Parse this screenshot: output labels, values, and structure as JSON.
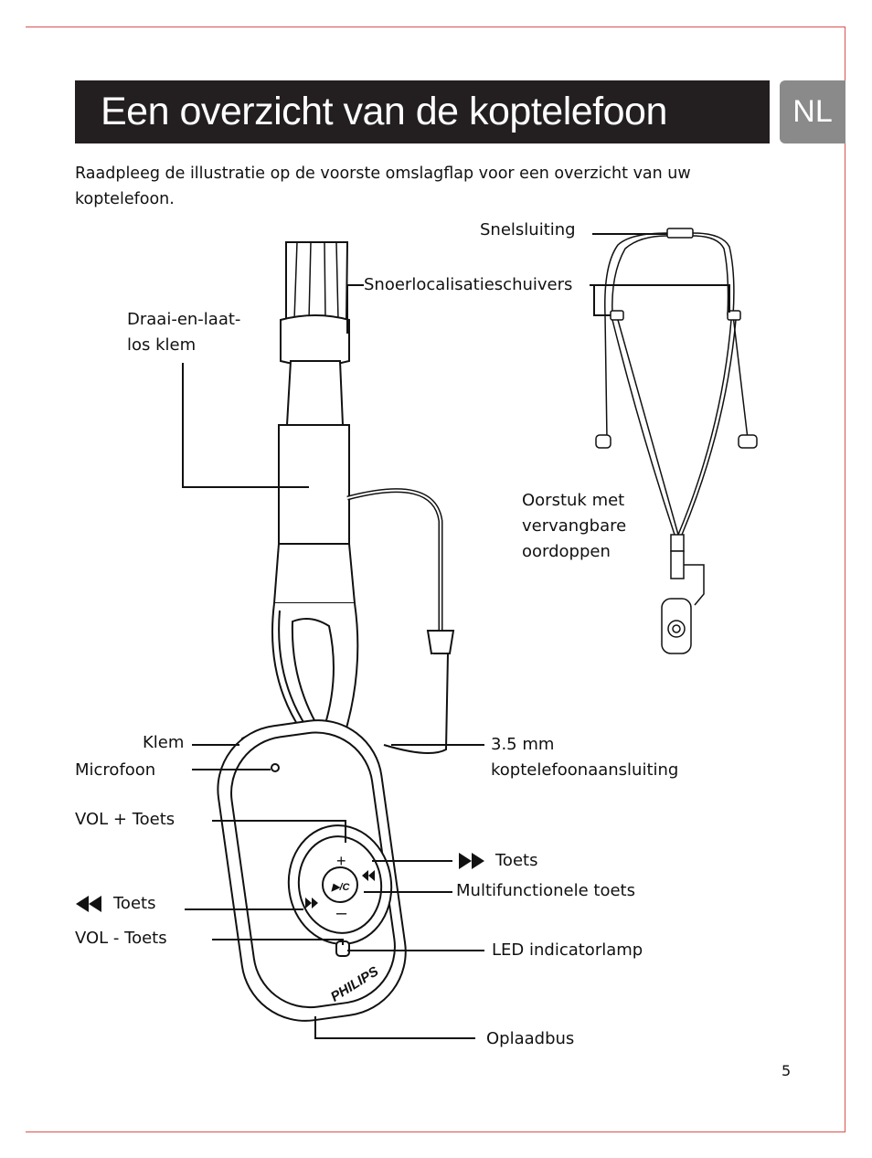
{
  "page": {
    "title": "Een overzicht van de koptelefoon",
    "language_tab": "NL",
    "intro": "Raadpleeg de illustratie op de voorste omslagflap voor een overzicht van uw koptelefoon.",
    "page_number": "5"
  },
  "labels": {
    "snelsluiting": "Snelsluiting",
    "snoerlocalisatieschuivers": "Snoerlocalisatieschuivers",
    "draai_line1": "Draai-en-laat-",
    "draai_line2": "los klem",
    "oorstuk_line1": "Oorstuk met",
    "oorstuk_line2": "vervangbare",
    "oorstuk_line3": "oordoppen",
    "klem": "Klem",
    "microfoon": "Microfoon",
    "aansluiting_line1": "3.5 mm",
    "aansluiting_line2": "koptelefoonaansluiting",
    "vol_plus": "VOL + Toets",
    "forward": "Toets",
    "multifunctionele": "Multifunctionele toets",
    "rewind": "Toets",
    "vol_min": "VOL - Toets",
    "led": "LED indicatorlamp",
    "oplaadbus": "Oplaadbus"
  },
  "device": {
    "brand": "PHILIPS",
    "center_button": "▶/C"
  },
  "colors": {
    "title_bg": "#231f20",
    "tab_bg": "#8a8a8a",
    "crop_line": "#d9534f"
  }
}
